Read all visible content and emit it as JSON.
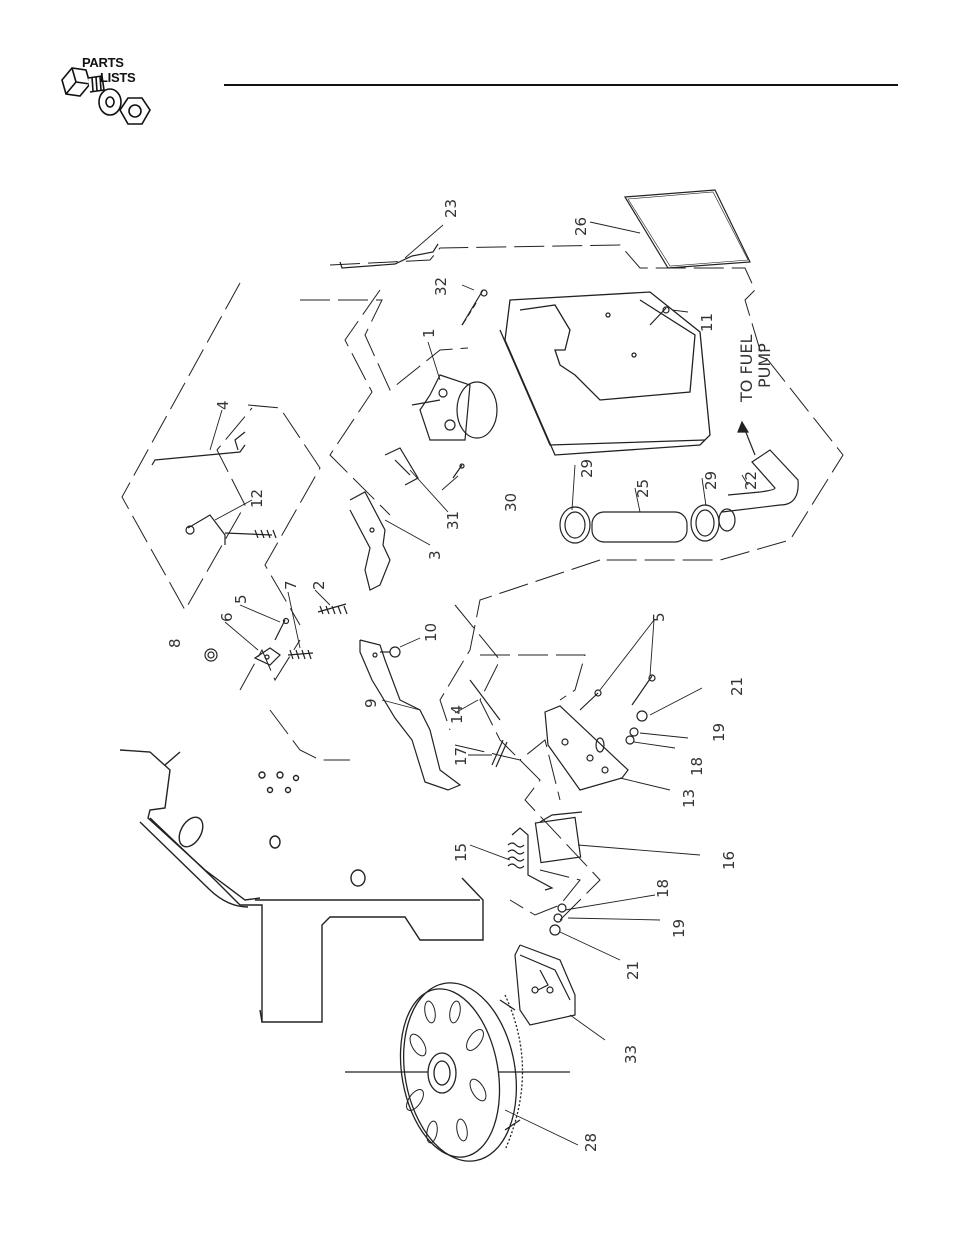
{
  "header": {
    "logo_line1": "PARTS",
    "logo_line2": "LISTS"
  },
  "diagram": {
    "labels": {
      "l1": "1",
      "l2": "2",
      "l3": "3",
      "l4": "4",
      "l5a": "5",
      "l5b": "5",
      "l6": "6",
      "l7": "7",
      "l8": "8",
      "l9": "9",
      "l10": "10",
      "l11": "11",
      "l12": "12",
      "l13": "13",
      "l14": "14",
      "l15": "15",
      "l16": "16",
      "l17": "17",
      "l18a": "18",
      "l18b": "18",
      "l19a": "19",
      "l19b": "19",
      "l21a": "21",
      "l21b": "21",
      "l22": "22",
      "l23": "23",
      "l25": "25",
      "l26": "26",
      "l28": "28",
      "l29a": "29",
      "l29b": "29",
      "l30": "30",
      "l31": "31",
      "l32": "32",
      "l33": "33"
    },
    "to_fuel_pump_1": "TO FUEL",
    "to_fuel_pump_2": "PUMP"
  }
}
